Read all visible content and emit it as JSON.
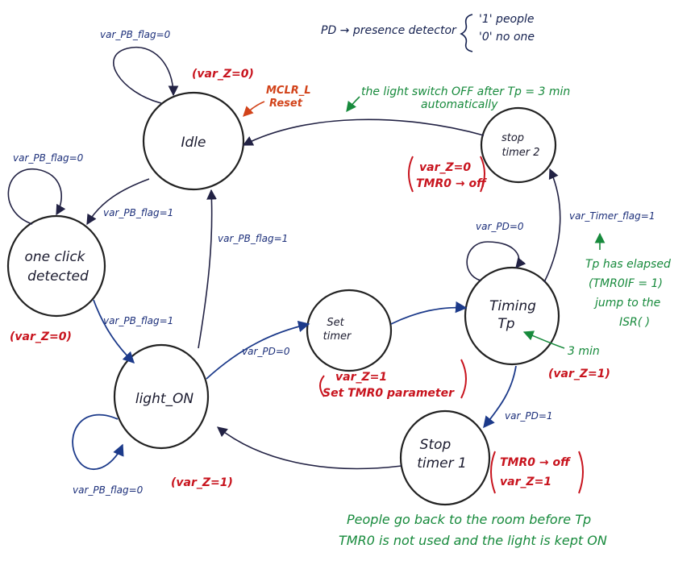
{
  "legend": {
    "pd_definition": "PD → presence detector",
    "one_meaning": "'1' people",
    "zero_meaning": "'0' no one"
  },
  "states": {
    "idle": "Idle",
    "one_click_line1": "one click",
    "one_click_line2": "detected",
    "light_on": "light_ON",
    "set_timer_line1": "Set",
    "set_timer_line2": "timer",
    "timing_line1": "Timing",
    "timing_line2": "Tp",
    "stop1_line1": "Stop",
    "stop1_line2": "timer 1",
    "stop2_line1": "stop",
    "stop2_line2": "timer 2"
  },
  "transitions": {
    "idle_self": "var_PB_flag=0",
    "one_click_self": "var_PB_flag=0",
    "idle_to_one_click": "var_PB_flag=1",
    "light_to_idle": "var_PB_flag=1",
    "one_click_to_light": "var_PB_flag=1",
    "light_self": "var_PB_flag=0",
    "light_to_set_timer": "var_PD=0",
    "timing_self": "var_PD=0",
    "timing_to_stop1": "var_PD=1",
    "timing_to_stop2": "var_Timer_flag=1"
  },
  "outputs": {
    "idle": "(var_Z=0)",
    "one_click": "(var_Z=0)",
    "light_on": "(var_Z=1)",
    "set_timer_line1": "var_Z=1",
    "set_timer_line2": "Set TMR0 parameter",
    "timing": "(var_Z=1)",
    "stop1_line1": "TMR0 → off",
    "stop1_line2": "var_Z=1",
    "stop2_line1": "var_Z=0",
    "stop2_line2": "TMR0 → off"
  },
  "notes": {
    "reset_line1": "MCLR_L",
    "reset_line2": "Reset",
    "auto_off_line1": "the light switch OFF after Tp = 3 min",
    "auto_off_line2": "automatically",
    "elapsed_line1": "Tp has elapsed",
    "elapsed_line2": "(TMR0IF = 1)",
    "elapsed_line3": "jump to the",
    "elapsed_line4": "ISR( )",
    "three_min": "3 min",
    "people_back_line1": "People go back to the room before Tp",
    "people_back_line2": "TMR0 is not used and the light is kept ON"
  },
  "colors": {
    "state_outline": "#222222",
    "transition_label": "#1c2f7a",
    "output_label": "#c8141e",
    "note_label": "#178a3c",
    "reset_label": "#d2431a"
  }
}
